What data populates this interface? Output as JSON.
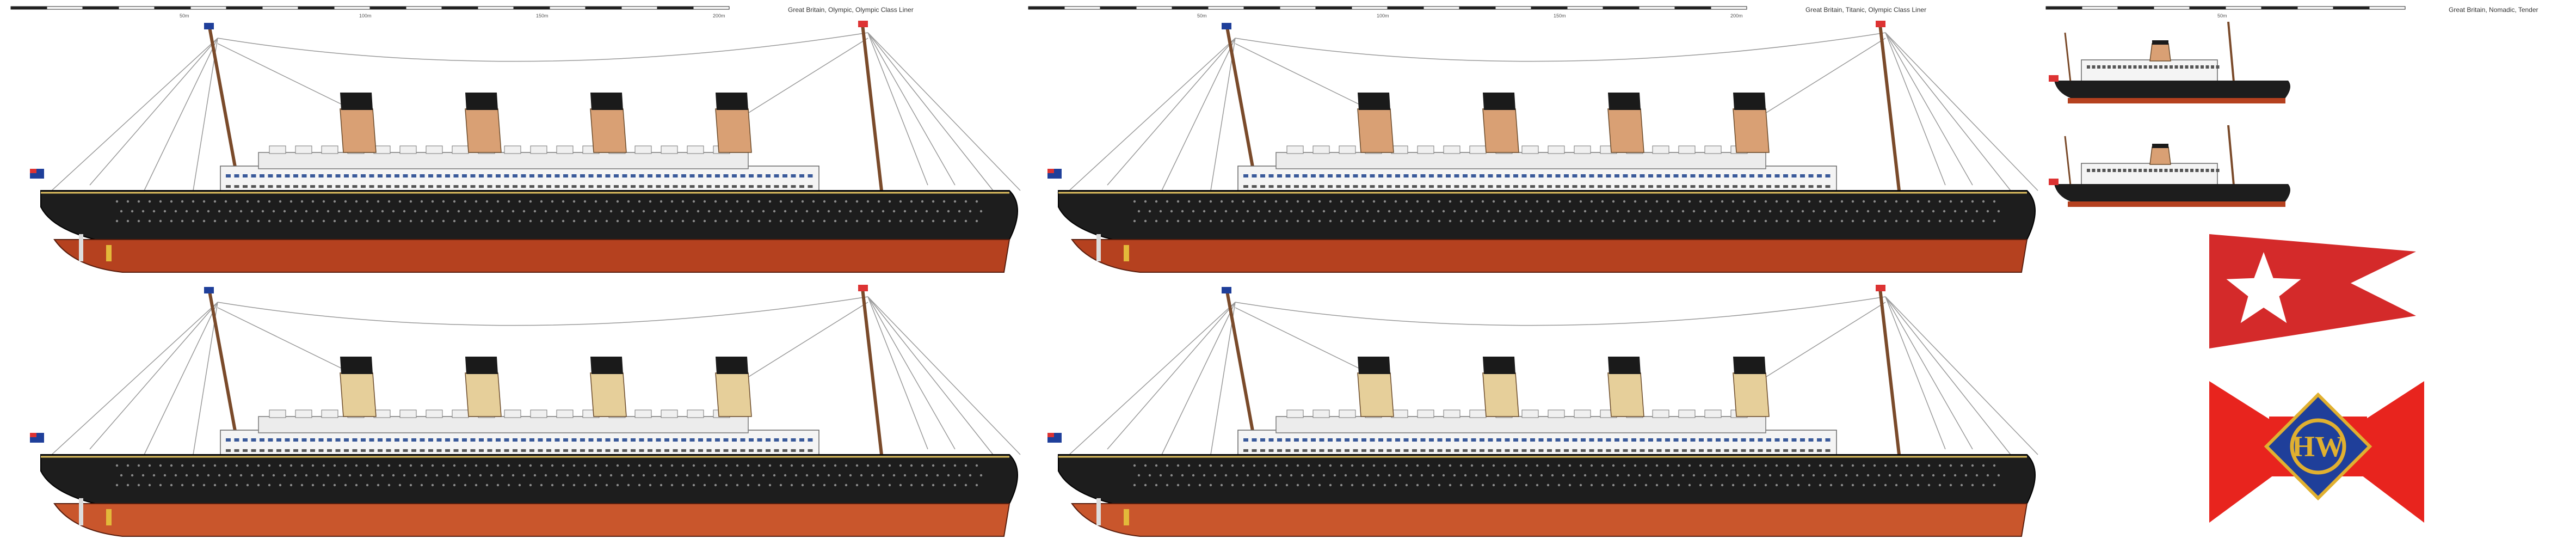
{
  "panels": [
    {
      "title": "Great Britain, Olympic, Olympic Class Liner",
      "scale_labels": [
        "50m",
        "100m",
        "150m",
        "200m"
      ]
    },
    {
      "title": "Great Britain, Titanic, Olympic Class Liner",
      "scale_labels": [
        "50m",
        "100m",
        "150m",
        "200m"
      ]
    },
    {
      "title": "Great Britain, Nomadic, Tender",
      "scale_labels": [
        "50m"
      ]
    }
  ],
  "flags": [
    {
      "name": "white-star-line-burgee",
      "field_color": "#d42a2a",
      "emblem_color": "#ffffff",
      "emblem": "star-icon"
    },
    {
      "name": "harland-and-wolff-flag",
      "field_color": "#e8241e",
      "emblem_color": "#1f3f9a",
      "emblem": "hw-monogram",
      "emblem_text": "HW"
    }
  ],
  "colors": {
    "hull_black": "#1d1d1d",
    "hull_red": "#b5411f",
    "hull_red_light": "#c9562c",
    "funnel_buff": "#d9a074",
    "funnel_buff_light": "#e6cf9a",
    "funnel_top": "#1a1a1a",
    "superstructure": "#f4f4f4",
    "mast": "#7a4a2a"
  }
}
